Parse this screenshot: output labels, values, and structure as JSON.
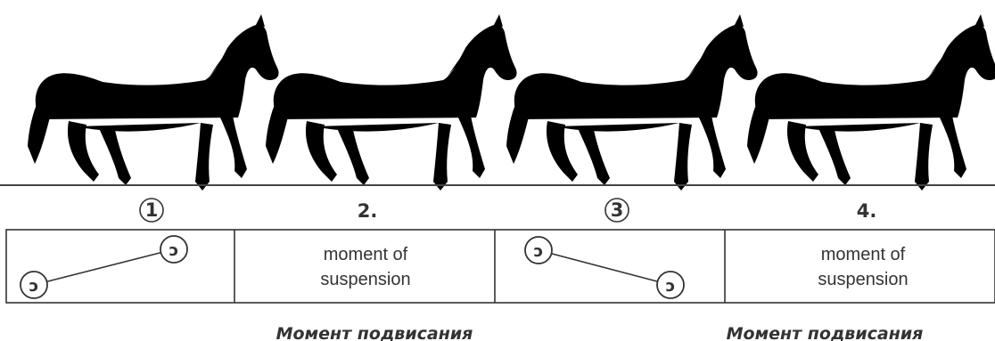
{
  "phases": [
    {
      "label": "1",
      "hoof_text": "ↄ"
    },
    {
      "label": "2.",
      "line1": "moment of",
      "line2": "suspension"
    },
    {
      "label": "3",
      "hoof_text": "ↄ"
    },
    {
      "label": "4.",
      "line1": "moment of",
      "line2": "suspension"
    }
  ],
  "captions": [
    "Момент подвисания",
    "Момент подвисания"
  ]
}
